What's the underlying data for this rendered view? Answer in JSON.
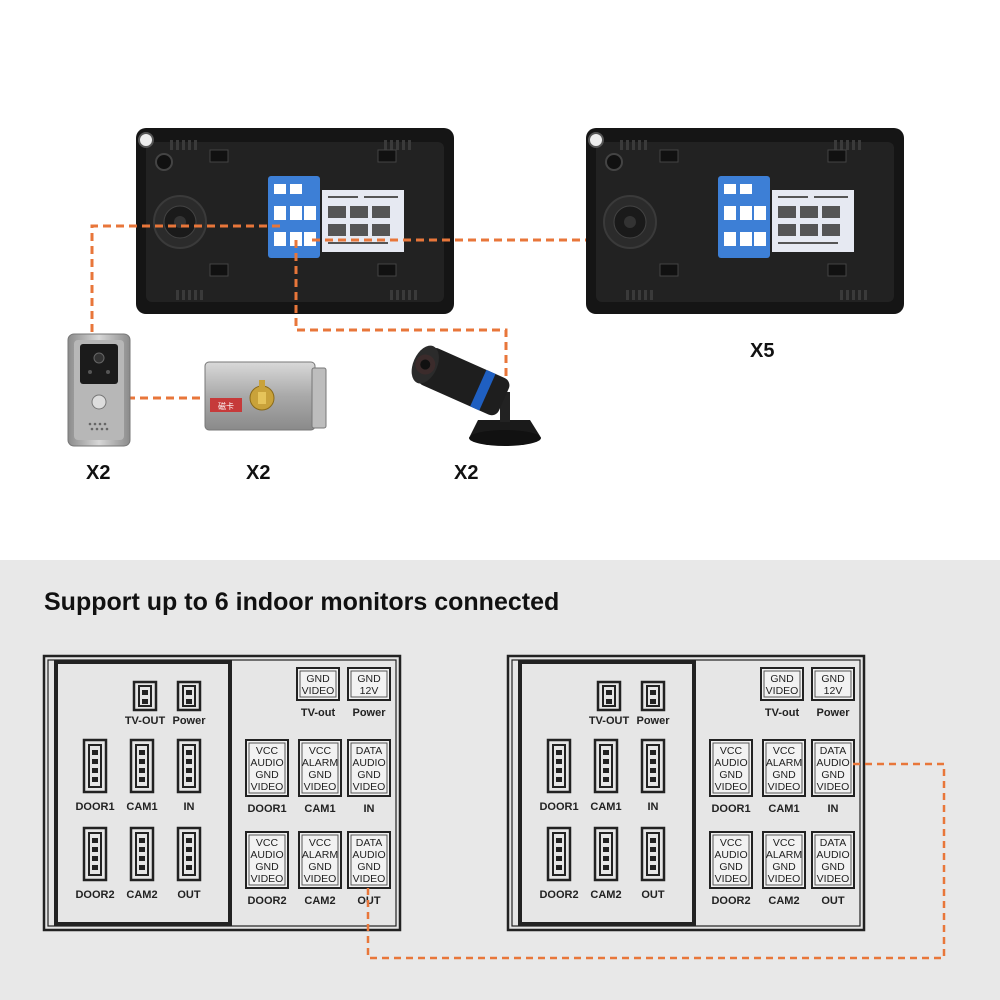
{
  "quantities": {
    "monitors": "X5",
    "doorbell": "X2",
    "lock": "X2",
    "camera": "X2"
  },
  "heading": "Support up to 6 indoor monitors connected",
  "lock_label": "磁卡",
  "panels": [
    {
      "connectors": {
        "tv_out": "TV-OUT",
        "power": "Power",
        "door1": "DOOR1",
        "cam1": "CAM1",
        "in": "IN",
        "door2": "DOOR2",
        "cam2": "CAM2",
        "out": "OUT"
      },
      "blocks": {
        "tvout": {
          "lines": [
            "GND",
            "VIDEO"
          ],
          "label": "TV-out"
        },
        "power": {
          "lines": [
            "GND",
            "12V"
          ],
          "label": "Power"
        },
        "door1": {
          "lines": [
            "VCC",
            "AUDIO",
            "GND",
            "VIDEO"
          ],
          "label": "DOOR1"
        },
        "cam1": {
          "lines": [
            "VCC",
            "ALARM",
            "GND",
            "VIDEO"
          ],
          "label": "CAM1"
        },
        "in": {
          "lines": [
            "DATA",
            "AUDIO",
            "GND",
            "VIDEO"
          ],
          "label": "IN"
        },
        "door2": {
          "lines": [
            "VCC",
            "AUDIO",
            "GND",
            "VIDEO"
          ],
          "label": "DOOR2"
        },
        "cam2": {
          "lines": [
            "VCC",
            "ALARM",
            "GND",
            "VIDEO"
          ],
          "label": "CAM2"
        },
        "out": {
          "lines": [
            "DATA",
            "AUDIO",
            "GND",
            "VIDEO"
          ],
          "label": "OUT"
        }
      }
    },
    {
      "connectors": {
        "tv_out": "TV-OUT",
        "power": "Power",
        "door1": "DOOR1",
        "cam1": "CAM1",
        "in": "IN",
        "door2": "DOOR2",
        "cam2": "CAM2",
        "out": "OUT"
      },
      "blocks": {
        "tvout": {
          "lines": [
            "GND",
            "VIDEO"
          ],
          "label": "TV-out"
        },
        "power": {
          "lines": [
            "GND",
            "12V"
          ],
          "label": "Power"
        },
        "door1": {
          "lines": [
            "VCC",
            "AUDIO",
            "GND",
            "VIDEO"
          ],
          "label": "DOOR1"
        },
        "cam1": {
          "lines": [
            "VCC",
            "ALARM",
            "GND",
            "VIDEO"
          ],
          "label": "CAM1"
        },
        "in": {
          "lines": [
            "DATA",
            "AUDIO",
            "GND",
            "VIDEO"
          ],
          "label": "IN"
        },
        "door2": {
          "lines": [
            "VCC",
            "AUDIO",
            "GND",
            "VIDEO"
          ],
          "label": "DOOR2"
        },
        "cam2": {
          "lines": [
            "VCC",
            "ALARM",
            "GND",
            "VIDEO"
          ],
          "label": "CAM2"
        },
        "out": {
          "lines": [
            "DATA",
            "AUDIO",
            "GND",
            "VIDEO"
          ],
          "label": "OUT"
        }
      }
    }
  ],
  "colors": {
    "wire": "#e8763a",
    "monitor_body": "#1d1d1d",
    "terminal_board": "#3d7fd6",
    "background_bottom": "#e8e8e8"
  }
}
